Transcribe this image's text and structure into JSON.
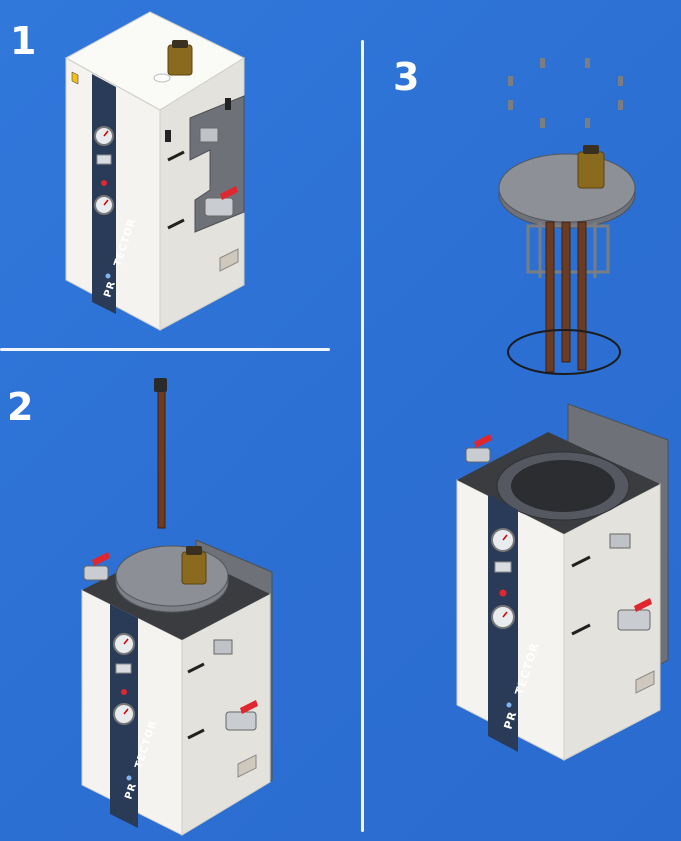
{
  "steps": [
    {
      "number": "1"
    },
    {
      "number": "2"
    },
    {
      "number": "3"
    }
  ],
  "unit": {
    "brand_left": "PR",
    "brand_right": "TECTOR"
  },
  "colors": {
    "background": "#2f73d6",
    "cabinet_body": "#f1f0ec",
    "panel_stripe": "#2a3b57",
    "valve_handle": "#e0262e",
    "bronze": "#8a6a1e",
    "copper_rod": "#6b3b22"
  }
}
